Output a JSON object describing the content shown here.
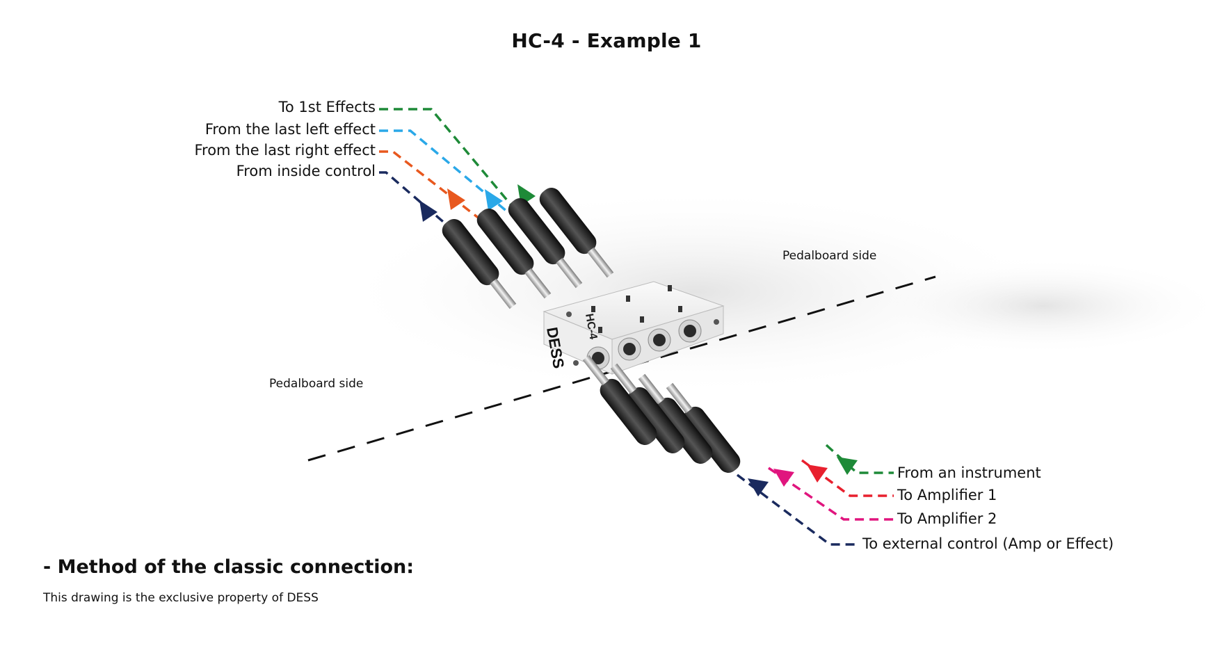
{
  "title": "HC-4  -  Example 1",
  "left_labels": [
    {
      "text": "To 1st Effects",
      "color": "#1e8a38"
    },
    {
      "text": "From the last left effect",
      "color": "#2aa8e8"
    },
    {
      "text": "From the last right effect",
      "color": "#e8581e"
    },
    {
      "text": "From inside control",
      "color": "#1a2a5e"
    }
  ],
  "right_labels": [
    {
      "text": "From an instrument",
      "color": "#1e8a38"
    },
    {
      "text": "To Amplifier 1",
      "color": "#e8202e"
    },
    {
      "text": "To Amplifier 2",
      "color": "#e0157e"
    },
    {
      "text": "To external control (Amp or Effect)",
      "color": "#1a2a5e"
    }
  ],
  "side_labels": {
    "upper": "Pedalboard side",
    "lower": "Pedalboard side"
  },
  "device": {
    "brand": "DESS",
    "model": "HC-4"
  },
  "footer": {
    "method": "- Method of the classic connection:",
    "property": "This drawing is the exclusive property of DESS"
  }
}
